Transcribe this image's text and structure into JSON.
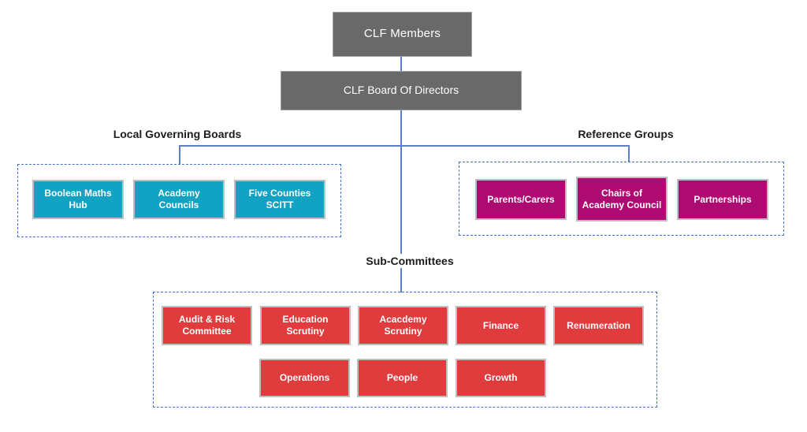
{
  "root": {
    "label": "CLF Members"
  },
  "board": {
    "label": "CLF Board Of Directors"
  },
  "sections": {
    "local": {
      "title": "Local Governing Boards",
      "items": [
        {
          "label": "Boolean Maths Hub"
        },
        {
          "label": "Academy Councils"
        },
        {
          "label": "Five Counties SCITT"
        }
      ]
    },
    "reference": {
      "title": "Reference Groups",
      "items": [
        {
          "label": "Parents/Carers"
        },
        {
          "label": "Chairs of Academy Council"
        },
        {
          "label": "Partnerships"
        }
      ]
    },
    "sub": {
      "title": "Sub-Committees",
      "row1": [
        {
          "label": "Audit & Risk Committee"
        },
        {
          "label": "Education Scrutiny"
        },
        {
          "label": "Acacdemy Scrutiny"
        },
        {
          "label": "Finance"
        },
        {
          "label": "Renumeration"
        }
      ],
      "row2": [
        {
          "label": "Operations"
        },
        {
          "label": "People"
        },
        {
          "label": "Growth"
        }
      ]
    }
  },
  "colors": {
    "node_gray": "#696969",
    "teal": "#12a2c3",
    "magenta": "#ad0a72",
    "red": "#e03c3e",
    "connector": "#5b7fc8",
    "dashed_border": "#4472c4",
    "node_border": "#bfbfbf"
  }
}
